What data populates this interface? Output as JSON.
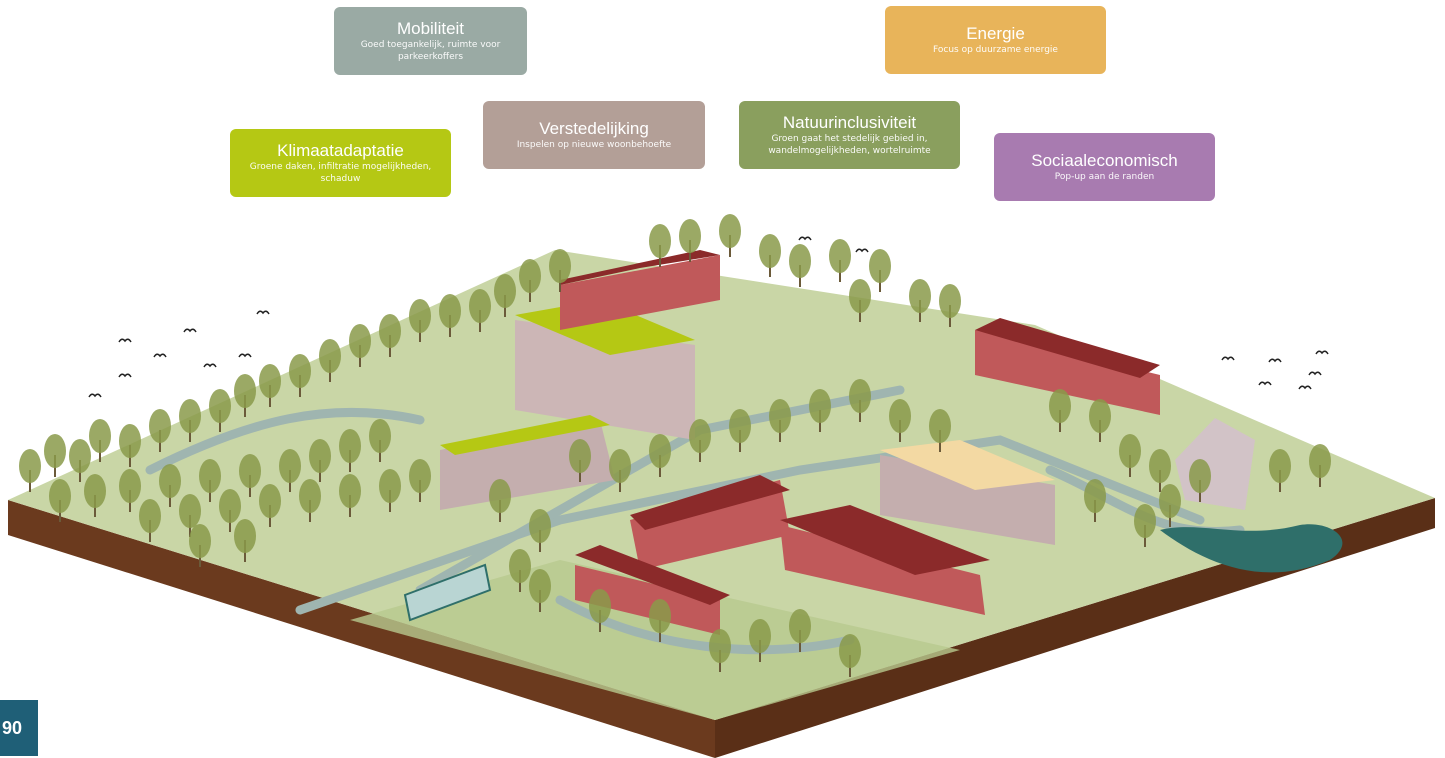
{
  "cards": [
    {
      "id": "mobiliteit",
      "title": "Mobiliteit",
      "sub": "Goed toegankelijk, ruimte voor parkeerkoffers",
      "color": "#9aaaa4"
    },
    {
      "id": "energie",
      "title": "Energie",
      "sub": "Focus op duurzame energie",
      "color": "#e8b45a"
    },
    {
      "id": "verstedelijking",
      "title": "Verstedelijking",
      "sub": "Inspelen op nieuwe woonbehoefte",
      "color": "#b39f97"
    },
    {
      "id": "natuurinclusiviteit",
      "title": "Natuurinclusiviteit",
      "sub": "Groen gaat het stedelijk gebied in, wandelmogelijkheden, wortelruimte",
      "color": "#8a9f5e"
    },
    {
      "id": "klimaatadaptatie",
      "title": "Klimaatadaptatie",
      "sub": "Groene daken, infiltratie mogelijkheden, schaduw",
      "color": "#b5c814"
    },
    {
      "id": "sociaaleconomisch",
      "title": "Sociaaleconomisch",
      "sub": "Pop-up aan de randen",
      "color": "#a87bb0"
    }
  ],
  "page_number": "90",
  "colors": {
    "grass": "#c9d6a6",
    "soil": "#6b3a1e",
    "path": "#9fb5b0",
    "tree": "#8a9a4a",
    "brick": "#c0595a",
    "roof": "#8b2a2a",
    "solar": "#f3d9a3",
    "flats": "#bfa7a7",
    "water": "#2f6f6a",
    "pagebox": "#1f5f77"
  }
}
